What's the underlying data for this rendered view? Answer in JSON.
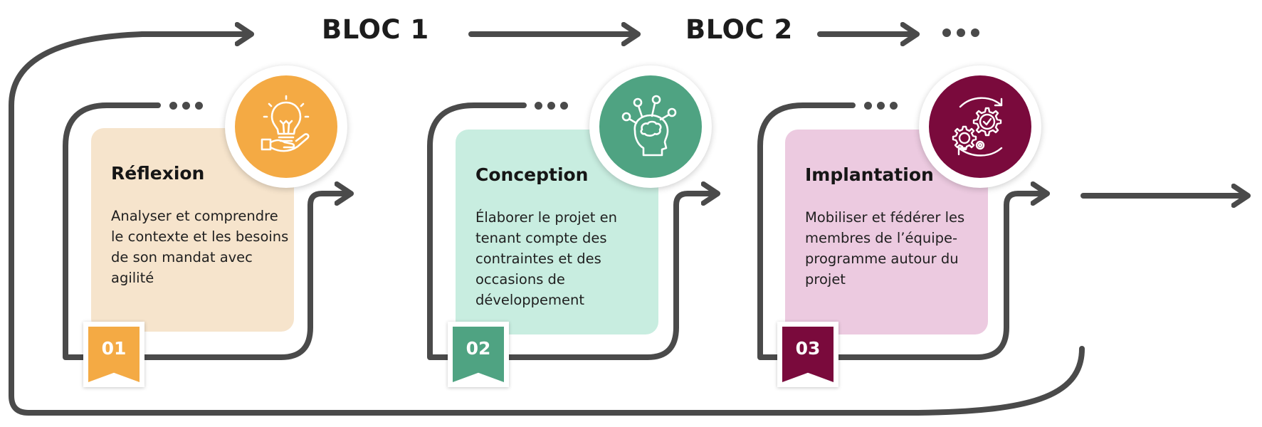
{
  "blocs": [
    "BLOC 1",
    "BLOC 2"
  ],
  "colors": {
    "line": "#4a4a4a",
    "reflexion_card": "#f6e4cc",
    "reflexion_accent": "#f4aa44",
    "conception_card": "#c8ede0",
    "conception_accent": "#4fa382",
    "implantation_card": "#eccae0",
    "implantation_accent": "#7a0a3c"
  },
  "steps": [
    {
      "number": "01",
      "title": "Réflexion",
      "body": "Analyser et comprendre le contexte et les besoins de son mandat avec agilité",
      "icon": "lightbulb-hand-icon"
    },
    {
      "number": "02",
      "title": "Conception",
      "body": "Élaborer le projet en tenant compte des contraintes et des occasions de développement",
      "icon": "head-ideas-icon"
    },
    {
      "number": "03",
      "title": "Implantation",
      "body": "Mobiliser et fédérer les membres de l’équipe-programme autour du projet",
      "icon": "gears-cycle-icon"
    }
  ]
}
